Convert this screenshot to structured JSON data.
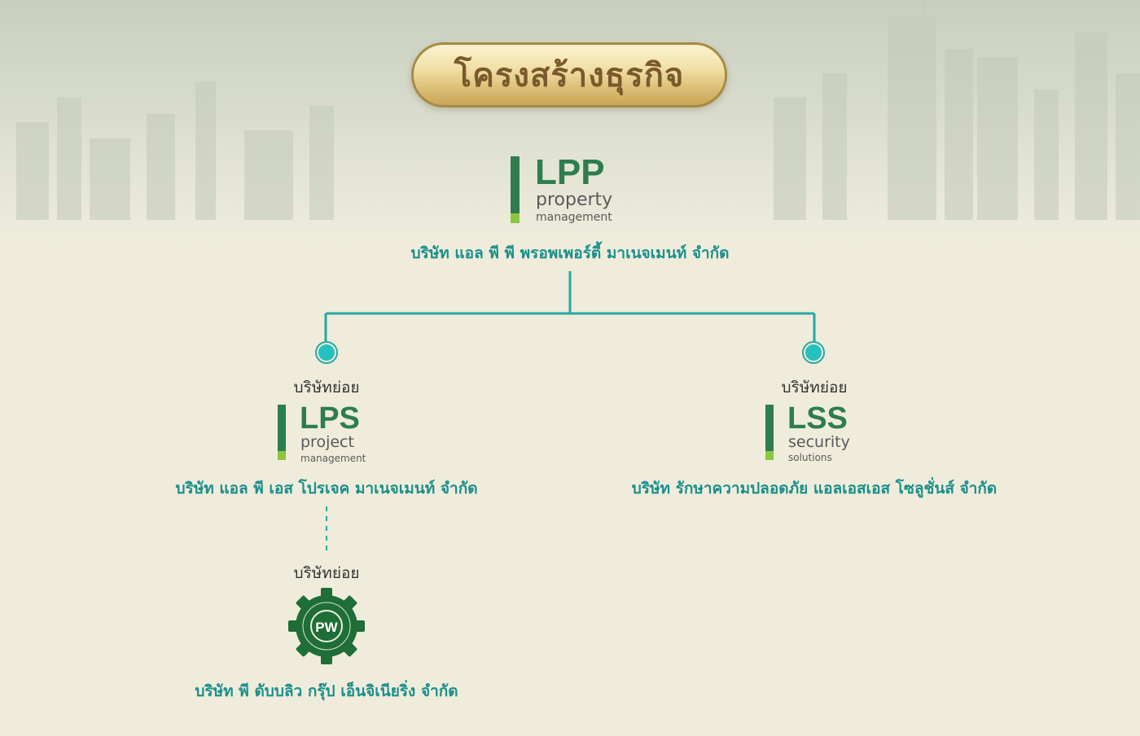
{
  "title": "โครงสร้างธุรกิจ",
  "parent": {
    "brand": "LPP",
    "line1": "property",
    "line2": "management",
    "company": "บริษัท แอล พี พี พรอพเพอร์ตี้ มาเนจเมนท์ จำกัด"
  },
  "children": [
    {
      "label": "บริษัทย่อย",
      "brand": "LPS",
      "line1": "project",
      "line2": "management",
      "company": "บริษัท แอล พี เอส โปรเจค มาเนจเมนท์ จำกัด"
    },
    {
      "label": "บริษัทย่อย",
      "brand": "LSS",
      "line1": "security",
      "line2": "solutions",
      "company": "บริษัท รักษาความปลอดภัย แอลเอสเอส โซลูชั่นส์ จำกัด"
    }
  ],
  "grandchild": {
    "label": "บริษัทย่อย",
    "logo_initials": "PW",
    "company": "บริษัท พี ดับบลิว กรุ๊ป เอ็นจิเนียริ่ง จำกัด"
  },
  "colors": {
    "brand_green": "#2e7d4e",
    "accent_green": "#8cc63f",
    "teal": "#1a8f8a",
    "connector": "#26a9a4",
    "gold": "#c9a657"
  }
}
